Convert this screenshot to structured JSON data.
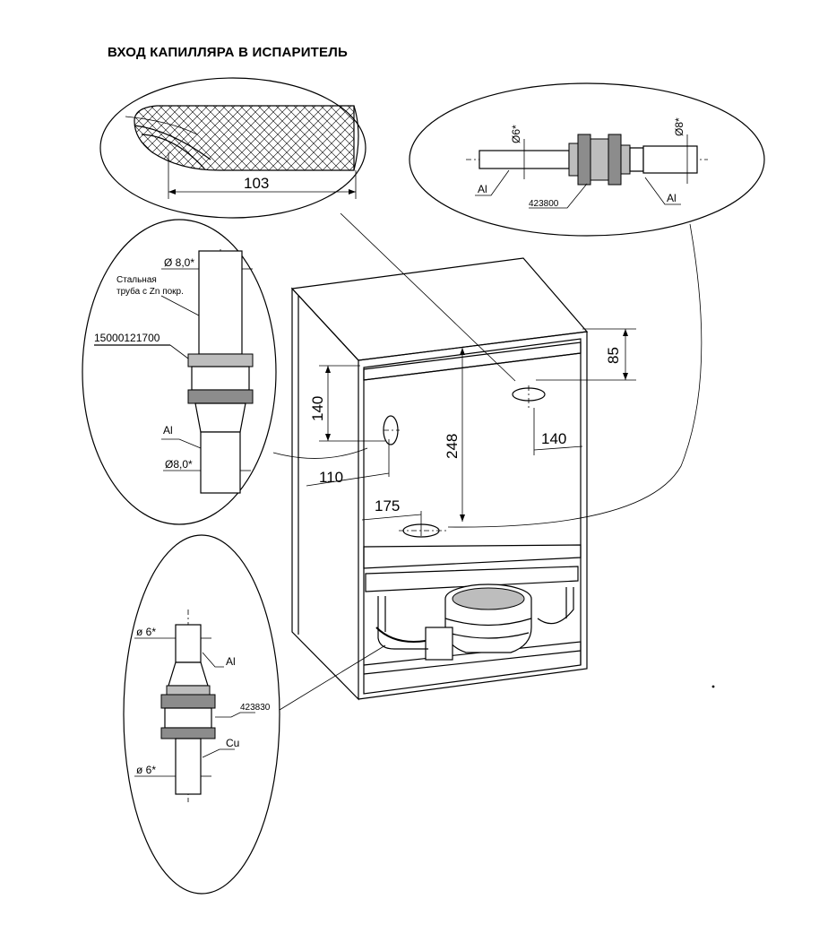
{
  "title": "ВХОД КАПИЛЛЯРА В ИСПАРИТЕЛЬ",
  "detail_top_left": {
    "dimension": "103"
  },
  "detail_top_right": {
    "dia_left": "Ø6*",
    "dia_right": "Ø8*",
    "material_left": "Al",
    "material_right": "Al",
    "part_number": "423800"
  },
  "detail_left": {
    "dia_top": "Ø 8,0*",
    "steel_note_line1": "Стальная",
    "steel_note_line2": "труба с Zn покр.",
    "part_number": "15000121700",
    "material": "Al",
    "dia_bottom": "Ø8,0*"
  },
  "detail_bottom_left": {
    "dia_top": "ø  6*",
    "material_top": "Al",
    "part_number": "423830",
    "material_bottom": "Cu",
    "dia_bottom": "ø  6*"
  },
  "cabinet_dimensions": {
    "d140_left": "140",
    "d110": "110",
    "d248": "248",
    "d85": "85",
    "d140_right": "140",
    "d175": "175"
  }
}
